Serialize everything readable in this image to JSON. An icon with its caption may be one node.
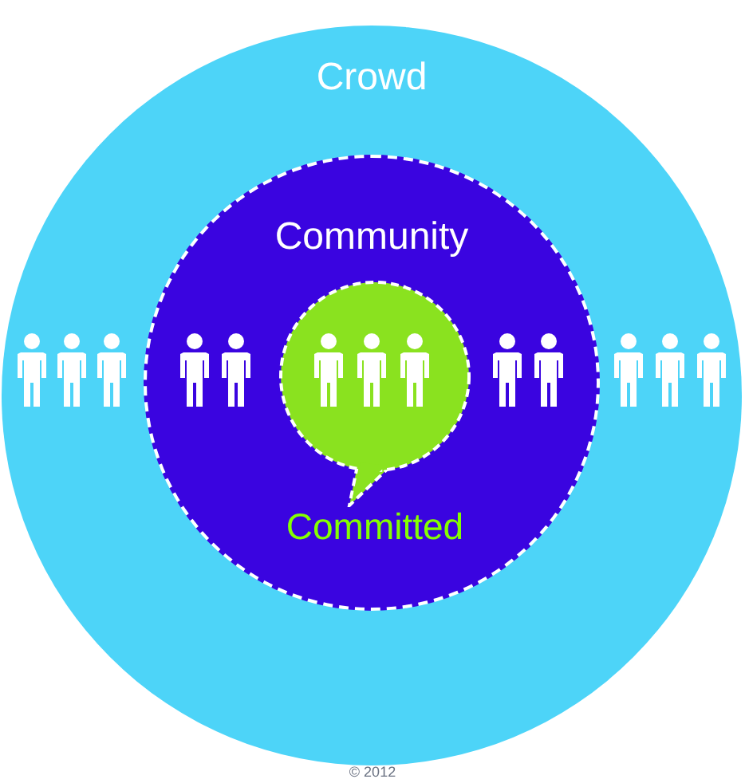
{
  "diagram": {
    "nodes": [
      {
        "text": [
          "Crowd"
        ]
      },
      {
        "text": [
          "Community"
        ],
        "in": 0
      },
      {
        "text": [
          "Committed"
        ],
        "in": 1
      }
    ],
    "labels": [
      "© 2012"
    ]
  }
}
